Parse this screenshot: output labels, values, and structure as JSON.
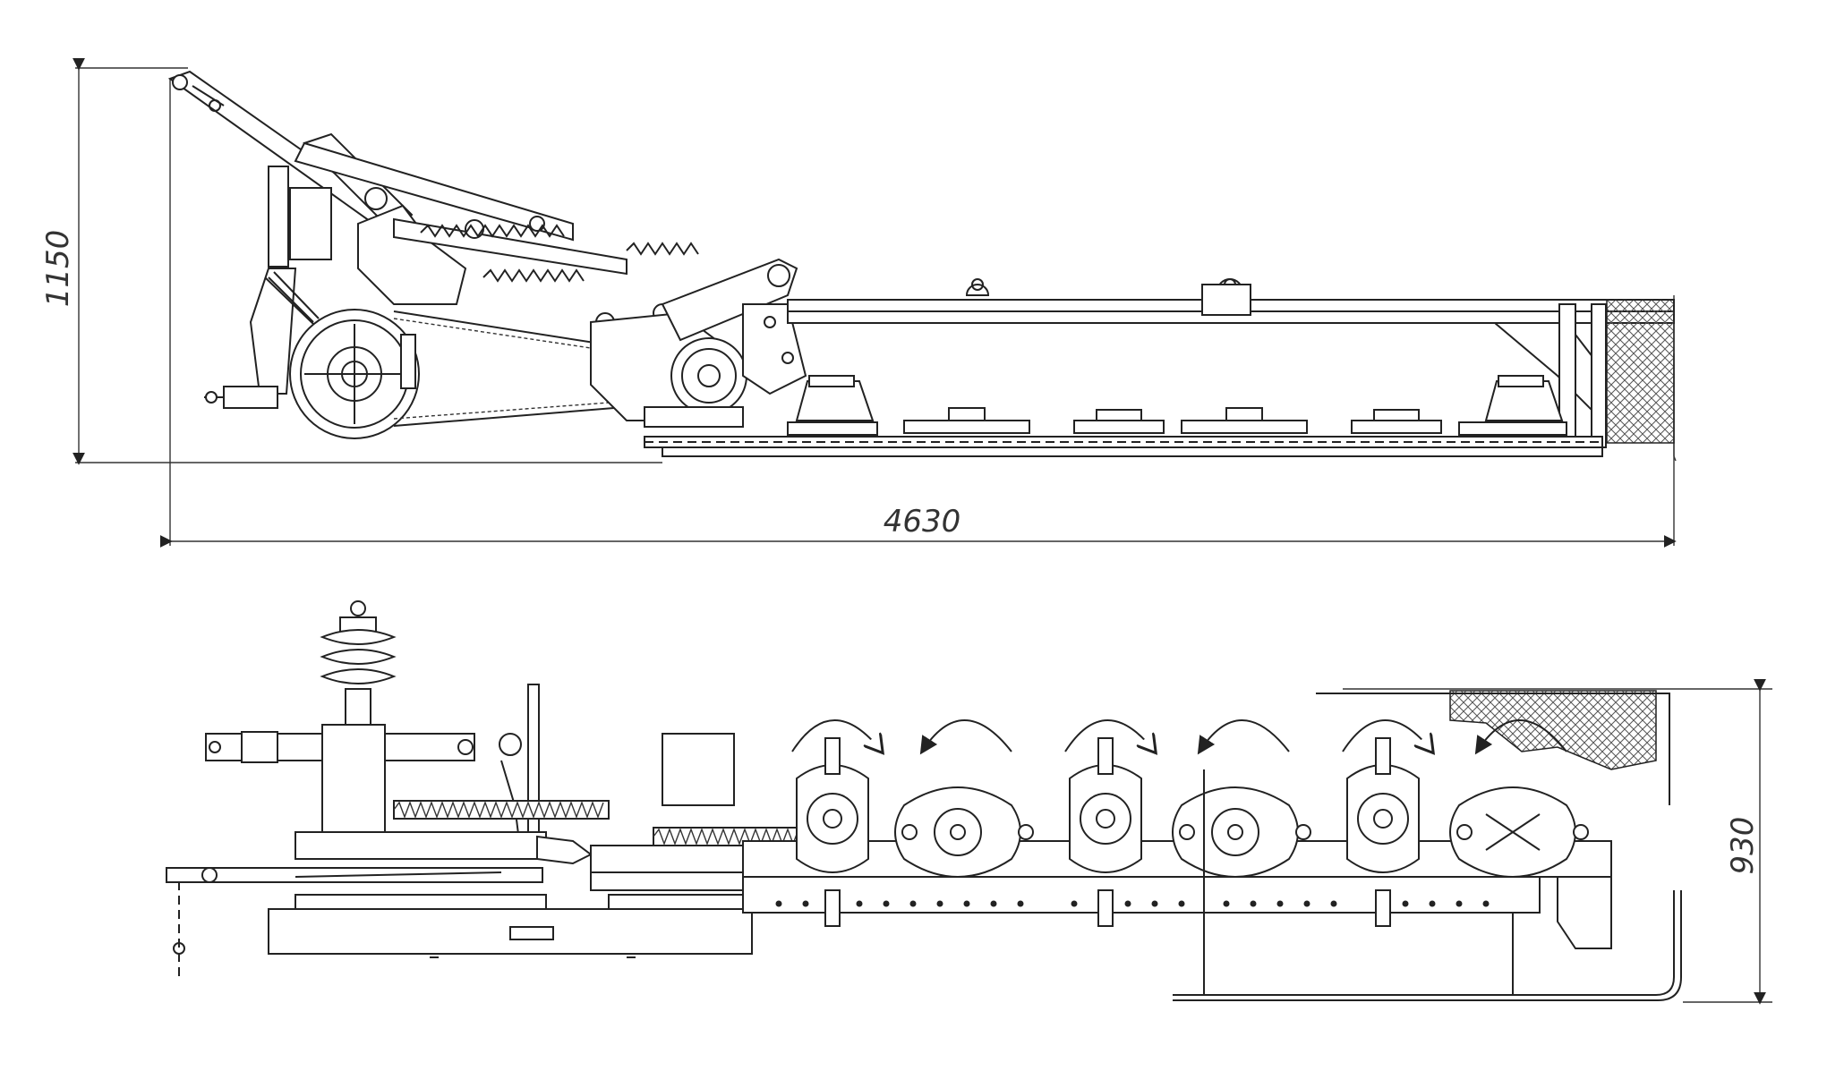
{
  "dimensions": {
    "height_side_view": "1150",
    "overall_length": "4630",
    "width_top_view": "930"
  },
  "colors": {
    "line": "#222222",
    "hatch": "#555555",
    "background": "#ffffff"
  },
  "icons": [
    "side-view-drawing",
    "top-view-drawing",
    "rotation-arrow-icon",
    "hatched-crop-zone"
  ]
}
